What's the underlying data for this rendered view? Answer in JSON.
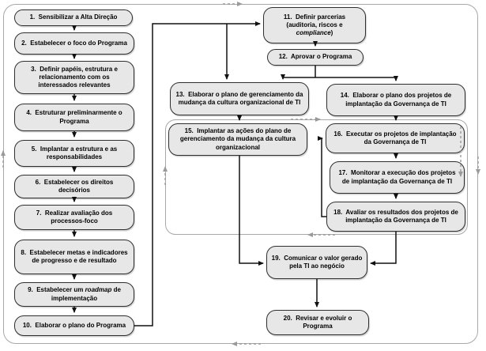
{
  "diagram": {
    "type": "flowchart",
    "steps": [
      {
        "text": "1.  Sensibilizar a Alta Direção"
      },
      {
        "text": "2.  Estabelecer o foco do Programa"
      },
      {
        "text": "3.  Definir papéis, estrutura e relacionamento com os interessados relevantes"
      },
      {
        "text": "4.  Estruturar preliminarmente o Programa"
      },
      {
        "text": "5.  Implantar a estrutura e as responsabilidades"
      },
      {
        "text": "6.  Estabelecer os direitos decisórios"
      },
      {
        "text": "7.  Realizar avaliação dos processos-foco"
      },
      {
        "text": "8.  Estabelecer metas e indicadores de progresso e de resultado"
      },
      {
        "pre": "9.  Estabelecer um ",
        "em": "roadmap",
        "post": " de implementação"
      },
      {
        "text": "10.  Elaborar o plano do Programa"
      },
      {
        "pre": "11.  Definir parcerias (auditoria, riscos e ",
        "em": "compliance",
        "post": ")"
      },
      {
        "text": "12.  Aprovar o Programa"
      },
      {
        "text": "13.  Elaborar o plano de gerenciamento da mudança da cultura organizacional de TI"
      },
      {
        "text": "14.  Elaborar o plano dos projetos de implantação da Governança de TI"
      },
      {
        "text": "15.  Implantar as ações do plano de gerenciamento da mudança da cultura organizacional"
      },
      {
        "text": "16.  Executar os projetos de implantação da Governança de TI"
      },
      {
        "text": "17.  Monitorar a execução dos projetos de implantação da Governança de TI"
      },
      {
        "text": "18.  Avaliar os resultados dos projetos de implantação da Governança de TI"
      },
      {
        "text": "19.  Comunicar o valor gerado pela TI ao negócio"
      },
      {
        "text": "20.  Revisar e evoluir o Programa"
      }
    ],
    "colors": {
      "box_fill": "#e7e7e7",
      "box_border": "#2e2e2e",
      "container_border": "#a8a8a8",
      "connector": "#111111",
      "cycle_arrow": "#9a9a9a",
      "background": "#ffffff"
    }
  }
}
